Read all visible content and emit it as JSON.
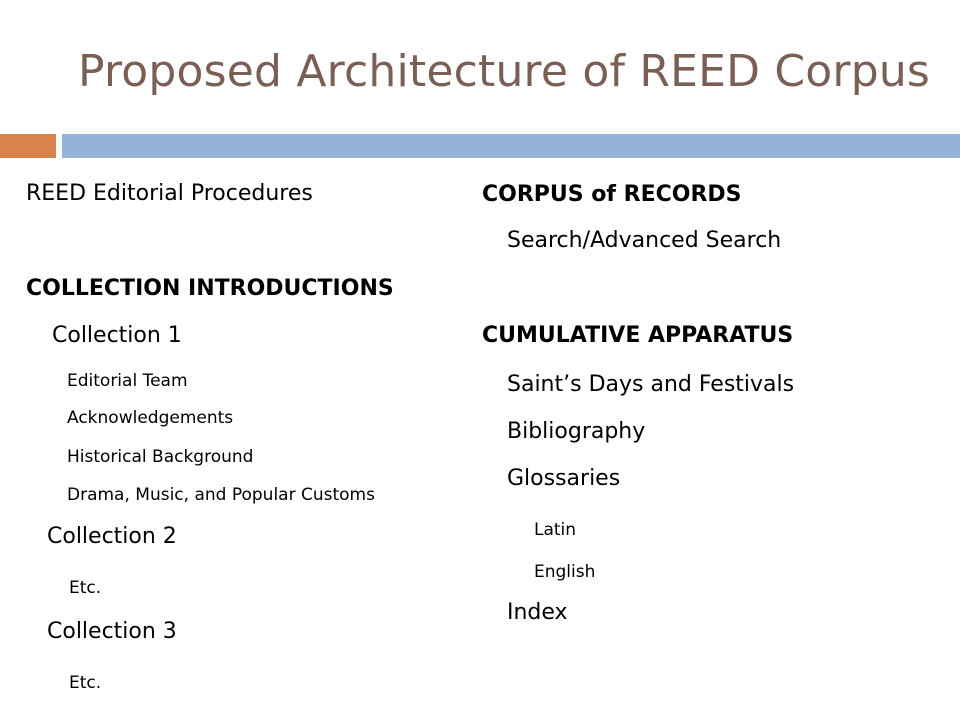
{
  "title": "Proposed Architecture of REED Corpus",
  "colors": {
    "title": "#7a5f54",
    "accent_orange": "#d9824e",
    "accent_blue": "#93b4d6"
  },
  "left_column": {
    "procedures": "REED Editorial Procedures",
    "heading": "COLLECTION INTRODUCTIONS",
    "collection1": "Collection 1",
    "c1_items": [
      "Editorial Team",
      "Acknowledgements",
      "Historical Background",
      "Drama, Music, and Popular Customs"
    ],
    "collection2": "Collection 2",
    "c2_etc": "Etc.",
    "collection3": "Collection 3",
    "c3_etc": "Etc."
  },
  "right_column": {
    "records_heading": "CORPUS of RECORDS",
    "search": "Search/Advanced Search",
    "apparatus_heading": "CUMULATIVE APPARATUS",
    "saints": "Saint’s Days and Festivals",
    "bibliography": "Bibliography",
    "glossaries": "Glossaries",
    "latin": "Latin",
    "english": "English",
    "index": "Index"
  }
}
